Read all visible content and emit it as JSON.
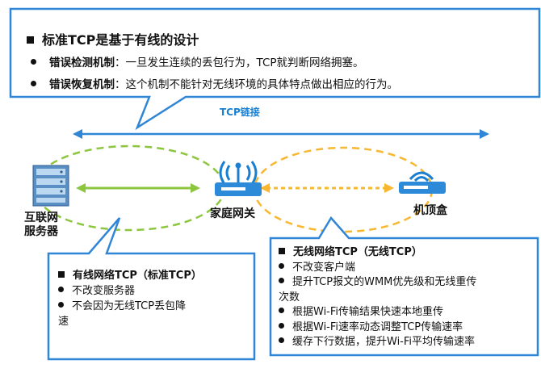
{
  "top_callout": {
    "title": "标准TCP是基于有线的设计",
    "bullets": [
      {
        "term": "错误检测机制",
        "sep": "：",
        "text": "一旦发生连续的丢包行为，TCP就判断网络拥塞。"
      },
      {
        "term": "错误恢复机制",
        "sep": "：",
        "text": "这个机制不能针对无线环境的具体特点做出相应的行为。"
      }
    ]
  },
  "tcp_link_label": "TCP链接",
  "nodes": {
    "internet_server": [
      "互联网",
      "服务器"
    ],
    "home_gateway": "家庭网关",
    "set_top_box": "机顶盒"
  },
  "wired_callout": {
    "title": "有线网络TCP（标准TCP）",
    "lines": [
      "不改变服务器",
      "不会因为无线TCP丢包降",
      "速"
    ]
  },
  "wireless_callout": {
    "title": "无线网络TCP（无线TCP）",
    "lines": [
      "不改变客户端",
      "提升TCP报文的WMM优先级和无线重传",
      "次数",
      "根据Wi-Fi传输结果快速本地重传",
      "根据Wi-Fi速率动态调整TCP传输速率",
      "缓存下行数据，提升Wi-Fi平均传输速率"
    ]
  },
  "colors": {
    "callout_border": "#2f86d6",
    "green": "#8cc63f",
    "orange": "#f7b731",
    "blue_text": "#1a7fd1"
  }
}
